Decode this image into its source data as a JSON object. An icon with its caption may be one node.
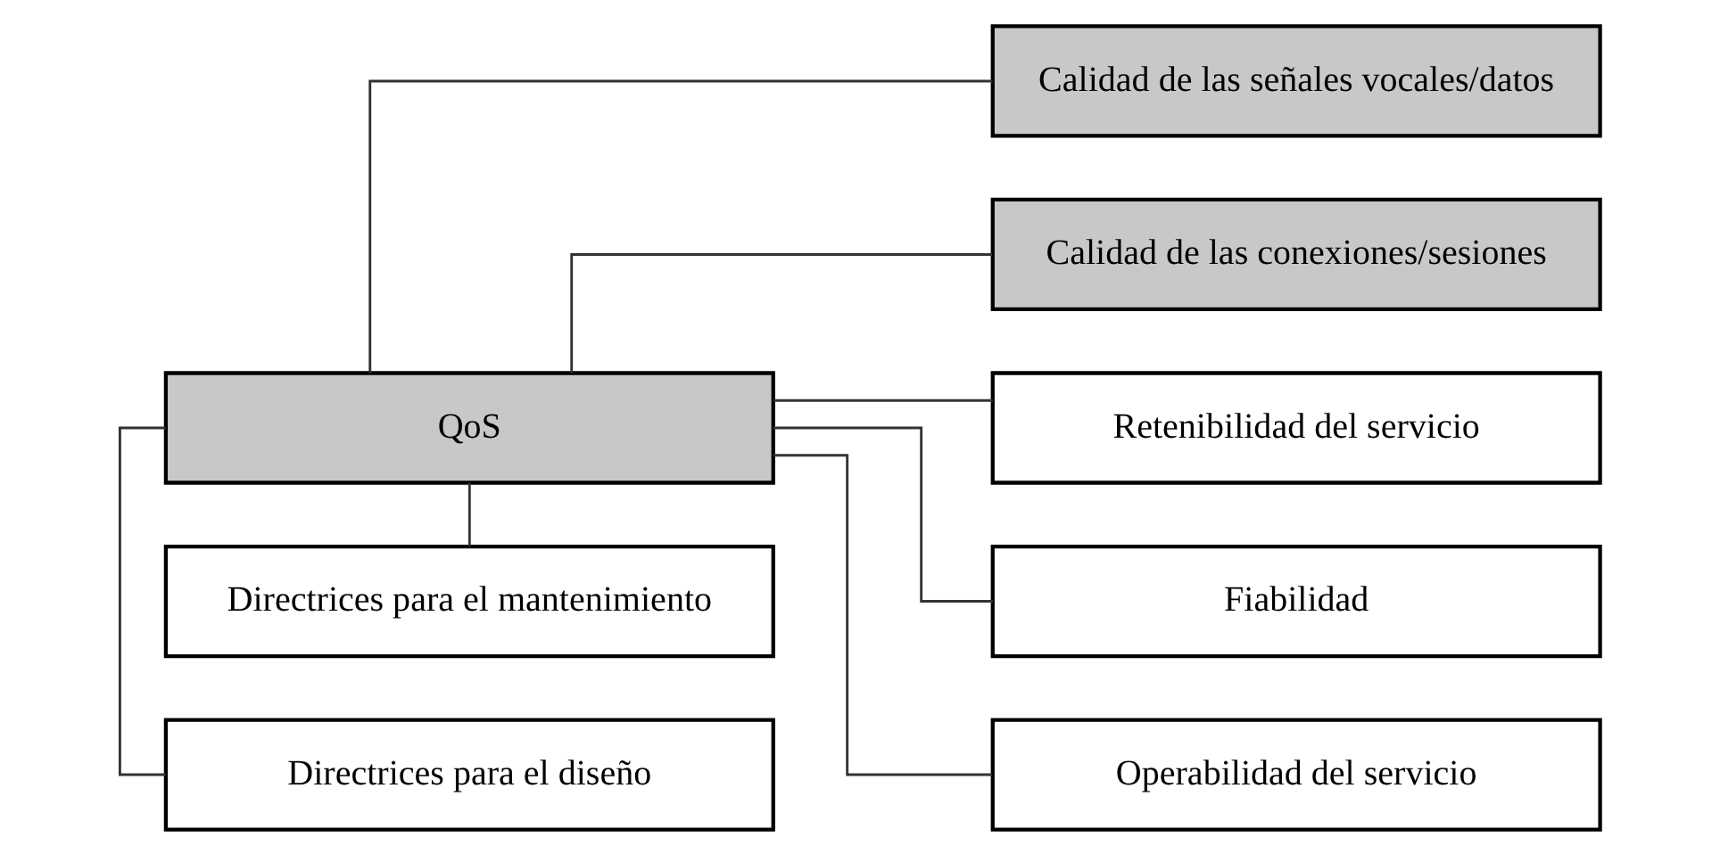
{
  "diagram": {
    "nodes": [
      {
        "text": [
          "QoS"
        ]
      },
      {
        "text": [
          "Directrices para el diseño"
        ]
      },
      {
        "text": [
          "Directrices para el mantenimiento"
        ]
      },
      {
        "text": [
          "Calidad de las señales vocales/datos"
        ]
      },
      {
        "text": [
          "Calidad de las conexiones/sesiones"
        ]
      },
      {
        "text": [
          "Retenibilidad del servicio"
        ]
      },
      {
        "text": [
          "Fiabilidad"
        ]
      },
      {
        "text": [
          "Operabilidad del servicio"
        ]
      }
    ],
    "edges": [
      {
        "from": 0,
        "to": 1,
        "arrow": "none"
      },
      {
        "from": 0,
        "to": 2,
        "arrow": "none"
      },
      {
        "from": 0,
        "to": 3,
        "arrow": "none"
      },
      {
        "from": 0,
        "to": 4,
        "arrow": "none"
      },
      {
        "from": 0,
        "to": 5,
        "arrow": "none"
      },
      {
        "from": 0,
        "to": 6,
        "arrow": "none"
      },
      {
        "from": 0,
        "to": 7,
        "arrow": "none"
      }
    ]
  }
}
